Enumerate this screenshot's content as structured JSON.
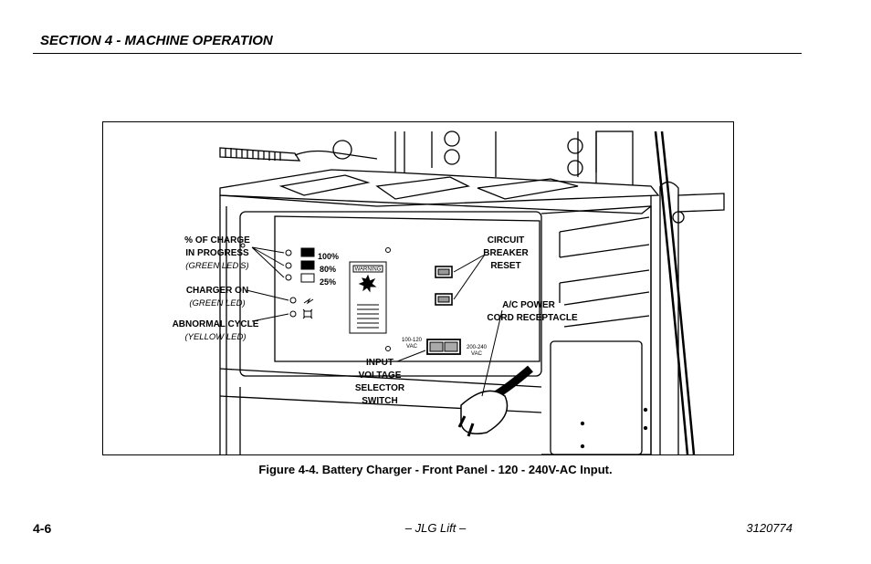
{
  "header": {
    "section_title": "SECTION 4 - MACHINE OPERATION"
  },
  "figure": {
    "caption": "Figure 4-4. Battery Charger - Front Panel - 120 - 240V-AC Input.",
    "labels": {
      "charge_l1": "% OF CHARGE",
      "charge_l2": "IN PROGRESS",
      "charge_l3": "(GREEN LED'S)",
      "pct_100": "100%",
      "pct_80": "80%",
      "pct_25": "25%",
      "charger_on_l1": "CHARGER ON",
      "charger_on_l2": "(GREEN LED)",
      "abnormal_l1": "ABNORMAL CYCLE",
      "abnormal_l2": "(YELLOW LED)",
      "warning": "WARNING",
      "breaker_l1": "CIRCUIT",
      "breaker_l2": "BREAKER",
      "breaker_l3": "RESET",
      "ac_l1": "A/C POWER",
      "ac_l2": "CORD RECEPTACLE",
      "input_l1": "INPUT",
      "input_l2": "VOLTAGE",
      "input_l3": "SELECTOR",
      "input_l4": "SWITCH",
      "v120_l1": "100-120",
      "v120_l2": "VAC",
      "v240_l1": "200-240",
      "v240_l2": "VAC"
    }
  },
  "footer": {
    "page_number": "4-6",
    "center": "– JLG Lift –",
    "doc_number": "3120774"
  }
}
